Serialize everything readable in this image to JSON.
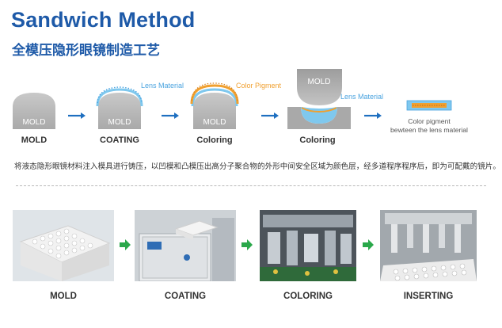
{
  "header": {
    "title": "Sandwich Method",
    "subtitle": "全模压隐形眼镜制造工艺"
  },
  "diagram": {
    "steps": [
      {
        "mold_label": "MOLD",
        "caption": "MOLD"
      },
      {
        "mold_label": "MOLD",
        "caption": "COATING",
        "annotation": "Lens Material"
      },
      {
        "mold_label": "MOLD",
        "caption": "Coloring",
        "annotation": "Color Pigment"
      },
      {
        "mold_label": "MOLD",
        "caption": "Coloring",
        "annotation": "Lens Material"
      }
    ],
    "result": {
      "caption_line1": "Color pigment",
      "caption_line2": "bewteen the lens material"
    }
  },
  "description": "将液态隐形眼镜材料注入模具进行铸压，以凹模和凸模压出高分子聚合物的外形中间安全区域为颜色层，经多道程序程序后，即为可配戴的镜片。",
  "photos": [
    {
      "caption": "MOLD",
      "icon": "mold-tray-photo"
    },
    {
      "caption": "COATING",
      "icon": "coating-oven-photo"
    },
    {
      "caption": "COLORING",
      "icon": "coloring-machine-photo"
    },
    {
      "caption": "INSERTING",
      "icon": "inserting-machine-photo"
    }
  ],
  "colors": {
    "brand_blue": "#1e5aa8",
    "lens_blue": "#7fc8ee",
    "pigment_orange": "#f0a030",
    "mold_gray": "#b5b5b5",
    "arrow_blue": "#1e6fc0",
    "arrow_green": "#2aa84a",
    "annotation_blue": "#4aa3df",
    "annotation_orange": "#f0a030"
  }
}
